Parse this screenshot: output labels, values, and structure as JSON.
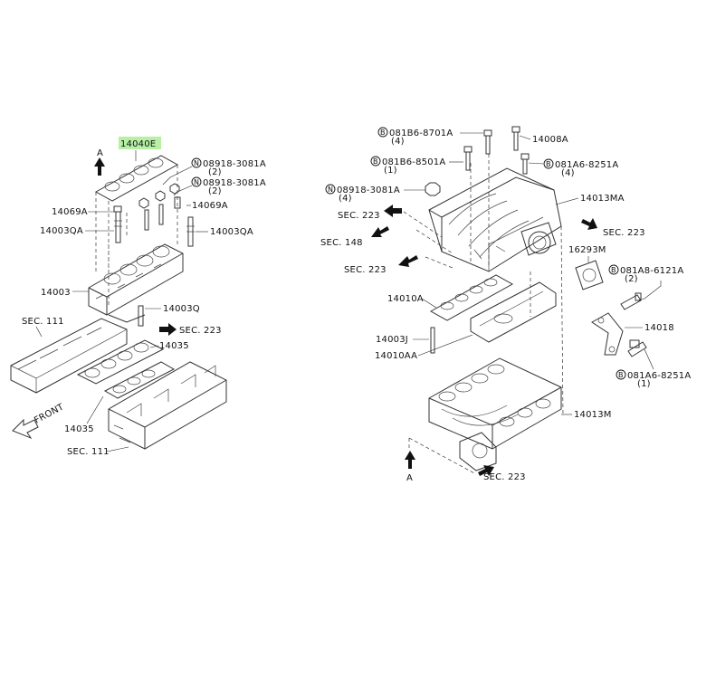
{
  "highlight_color": "#b7f0a4",
  "labels": {
    "p14040E": "14040E",
    "n1_code": "08918-3081A",
    "n1_qty": "(2)",
    "n2_code": "08918-3081A",
    "n2_qty": "(2)",
    "p14069A_l": "14069A",
    "p14069A_r": "14069A",
    "p14003QA_l": "14003QA",
    "p14003QA_r": "14003QA",
    "p14003": "14003",
    "p14003Q": "14003Q",
    "sec223_left": "SEC. 223",
    "sec111_top": "SEC. 111",
    "p14035_top": "14035",
    "p14035_bottom": "14035",
    "sec111_bottom": "SEC. 111",
    "front": "FRONT",
    "view_a_left": "A",
    "b1_code": "081B6-8701A",
    "b1_qty": "(4)",
    "b2_code": "081B6-8501A",
    "b2_qty": "(1)",
    "p14008A": "14008A",
    "b3_code": "081A6-8251A",
    "b3_qty": "(4)",
    "n3_code": "08918-3081A",
    "n3_qty": "(4)",
    "p14013MA": "14013MA",
    "sec223_r1": "SEC. 223",
    "sec223_r2": "SEC. 223",
    "sec148": "SEC. 148",
    "sec223_r3": "SEC. 223",
    "p16293M": "16293M",
    "b4_code": "081A8-6121A",
    "b4_qty": "(2)",
    "p14010A": "14010A",
    "p14018": "14018",
    "p14003J": "14003J",
    "p14010AA": "14010AA",
    "b5_code": "081A6-8251A",
    "b5_qty": "(1)",
    "p14013M": "14013M",
    "sec223_bottom": "SEC. 223",
    "view_a_right": "A",
    "symbol_n": "N",
    "symbol_b": "B"
  },
  "icons": {
    "nut_symbol": "circled-n-icon",
    "bolt_symbol": "circled-b-icon",
    "direction_arrow": "solid-arrow-icon"
  }
}
